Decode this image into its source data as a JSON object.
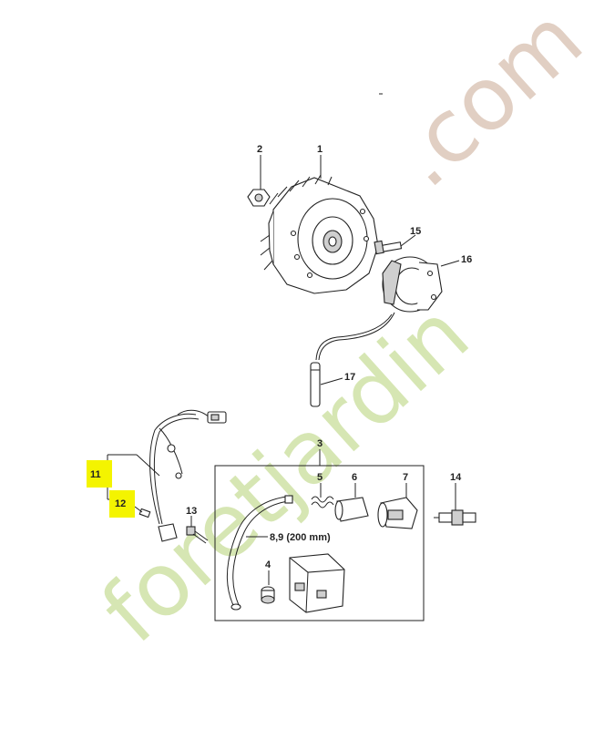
{
  "callouts": {
    "p1": "1",
    "p2": "2",
    "p3": "3",
    "p4": "4",
    "p5": "5",
    "p6": "6",
    "p7": "7",
    "p89": "8,9 (200 mm)",
    "p11": "11",
    "p12": "12",
    "p13": "13",
    "p14": "14",
    "p15": "15",
    "p16": "16",
    "p17": "17"
  },
  "highlight_color": "#f4f400",
  "watermark": {
    "text_green": "foretjardin",
    "text_brown": ".com"
  }
}
